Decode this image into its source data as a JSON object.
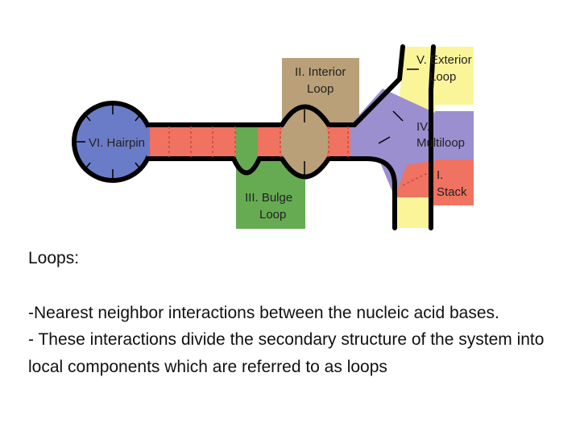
{
  "diagram": {
    "labels": {
      "exterior": [
        "V. Exterior",
        "Loop"
      ],
      "interior": [
        "II. Interior",
        "Loop"
      ],
      "hairpin": [
        "VI. Hairpin"
      ],
      "multiloop": [
        "IV.",
        "Multiloop"
      ],
      "stack": [
        "I.",
        "Stack"
      ],
      "bulge": [
        "III. Bulge",
        "Loop"
      ]
    },
    "colors": {
      "exterior": "#fbf59a",
      "interior": "#b9a078",
      "hairpin": "#6a7cc8",
      "multiloop": "#9b8fd0",
      "stack": "#f07260",
      "bulge": "#66ab52",
      "outline": "#000000"
    }
  },
  "text": {
    "heading": "Loops:",
    "line1": "-Nearest neighbor interactions between the nucleic acid bases.",
    "line2": "- These interactions divide the secondary structure of the system into local components which are referred to as loops"
  }
}
